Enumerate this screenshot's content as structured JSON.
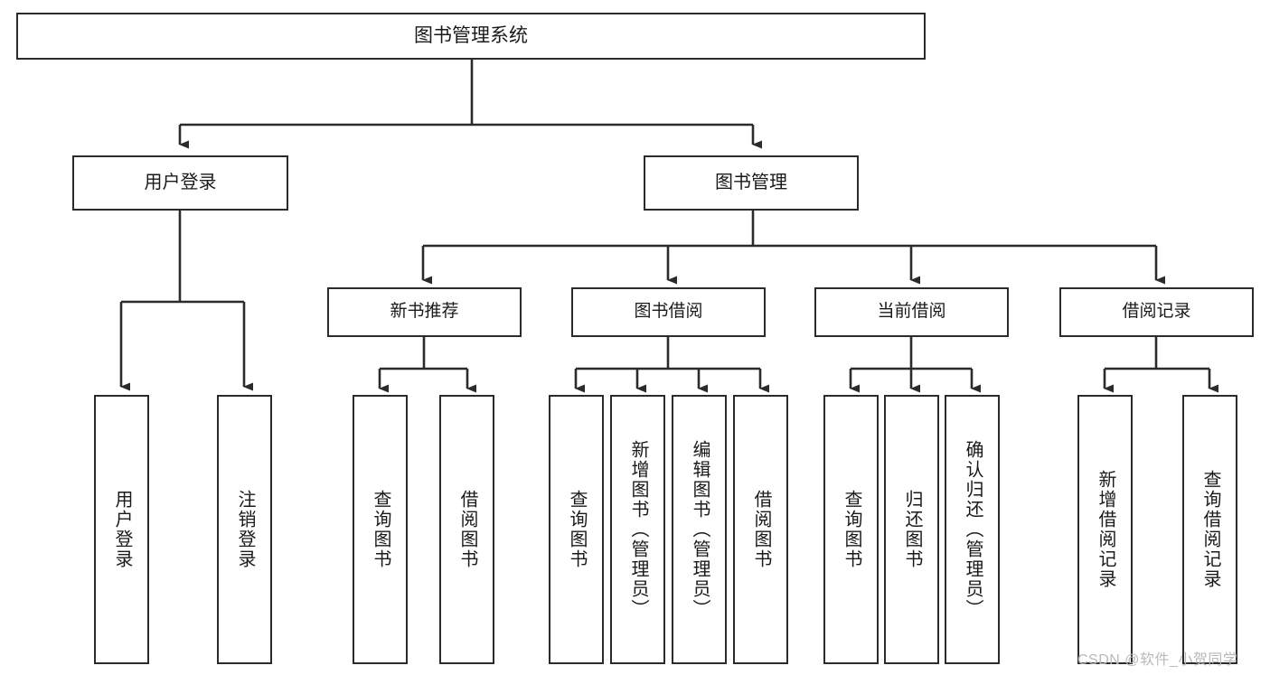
{
  "diagram": {
    "title": "图书管理系统",
    "type": "tree",
    "orientation": "top-down",
    "colors": {
      "box_border": "#2b2b2b",
      "box_fill": "#ffffff",
      "connector": "#2b2b2b",
      "text": "#1a1a1a",
      "background": "#ffffff",
      "watermark": "#b9b9b9"
    },
    "root": {
      "id": "root",
      "label": "图书管理系统"
    },
    "level1": [
      {
        "id": "user-login",
        "label": "用户登录"
      },
      {
        "id": "book-manage",
        "label": "图书管理"
      }
    ],
    "level2": [
      {
        "id": "new-book-recommend",
        "label": "新书推荐",
        "parent": "book-manage"
      },
      {
        "id": "book-borrow",
        "label": "图书借阅",
        "parent": "book-manage"
      },
      {
        "id": "current-borrow",
        "label": "当前借阅",
        "parent": "book-manage"
      },
      {
        "id": "borrow-record",
        "label": "借阅记录",
        "parent": "book-manage"
      }
    ],
    "leaves": [
      {
        "id": "leaf-user-login",
        "label": "用户登录",
        "parent": "user-login"
      },
      {
        "id": "leaf-logout-login",
        "label": "注销登录",
        "parent": "user-login"
      },
      {
        "id": "leaf-query-book-1",
        "label": "查询图书",
        "parent": "new-book-recommend"
      },
      {
        "id": "leaf-borrow-book-1",
        "label": "借阅图书",
        "parent": "new-book-recommend"
      },
      {
        "id": "leaf-query-book-2",
        "label": "查询图书",
        "parent": "book-borrow"
      },
      {
        "id": "leaf-add-book",
        "label": "新增图书（管理员）",
        "parent": "book-borrow"
      },
      {
        "id": "leaf-edit-book",
        "label": "编辑图书（管理员）",
        "parent": "book-borrow"
      },
      {
        "id": "leaf-borrow-book-2",
        "label": "借阅图书",
        "parent": "book-borrow"
      },
      {
        "id": "leaf-query-book-3",
        "label": "查询图书",
        "parent": "current-borrow"
      },
      {
        "id": "leaf-return-book",
        "label": "归还图书",
        "parent": "current-borrow"
      },
      {
        "id": "leaf-confirm-return",
        "label": "确认归还（管理员）",
        "parent": "current-borrow"
      },
      {
        "id": "leaf-add-record",
        "label": "新增借阅记录",
        "parent": "borrow-record"
      },
      {
        "id": "leaf-query-record",
        "label": "查询借阅记录",
        "parent": "borrow-record"
      }
    ]
  },
  "watermark": {
    "text": "CSDN @软件_小贺同学"
  }
}
